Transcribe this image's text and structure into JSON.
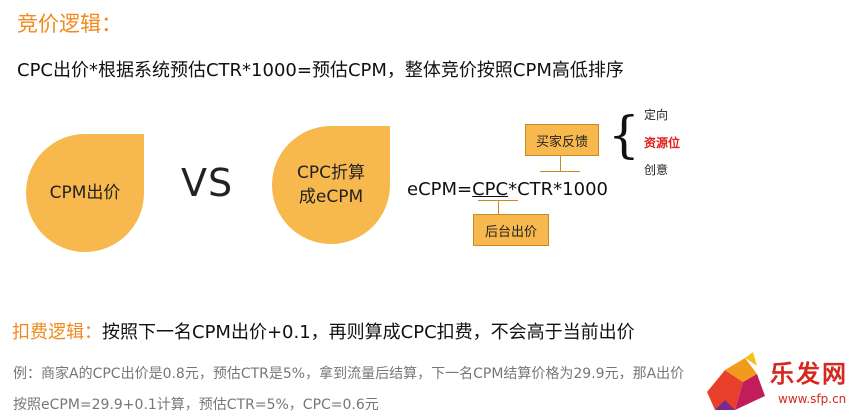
{
  "heading": "竞价逻辑：",
  "formula": "CPC出价*根据系统预估CTR*1000=预估CPM，整体竞价按照CPM高低排序",
  "diagram": {
    "left_shape": "CPM出价",
    "vs": "VS",
    "right_shape_line1": "CPC折算",
    "right_shape_line2": "成eCPM",
    "ecpm_prefix": "eCPM=",
    "ecpm_cpc": "CPC",
    "ecpm_suffix": "*CTR*1000",
    "buyer_feedback": "买家反馈",
    "backend_bid": "后台出价",
    "brace": "{",
    "brace_items": [
      "定向",
      "资源位",
      "创意"
    ]
  },
  "deduction": {
    "label": "扣费逻辑：",
    "text": "按照下一名CPM出价+0.1，再则算成CPC扣费，不会高于当前出价"
  },
  "example": {
    "line1": "例：商家A的CPC出价是0.8元，预估CTR是5%，拿到流量后结算，下一名CPM结算价格为29.9元，那A出价",
    "line2": "按照eCPM=29.9+0.1计算，预估CTR=5%，CPC=0.6元"
  },
  "watermark": {
    "name": "乐发网",
    "url": "www.sfp.cn"
  },
  "colors": {
    "accent": "#f08a1e",
    "shape": "#f7b84d",
    "highlight": "#e02020"
  }
}
